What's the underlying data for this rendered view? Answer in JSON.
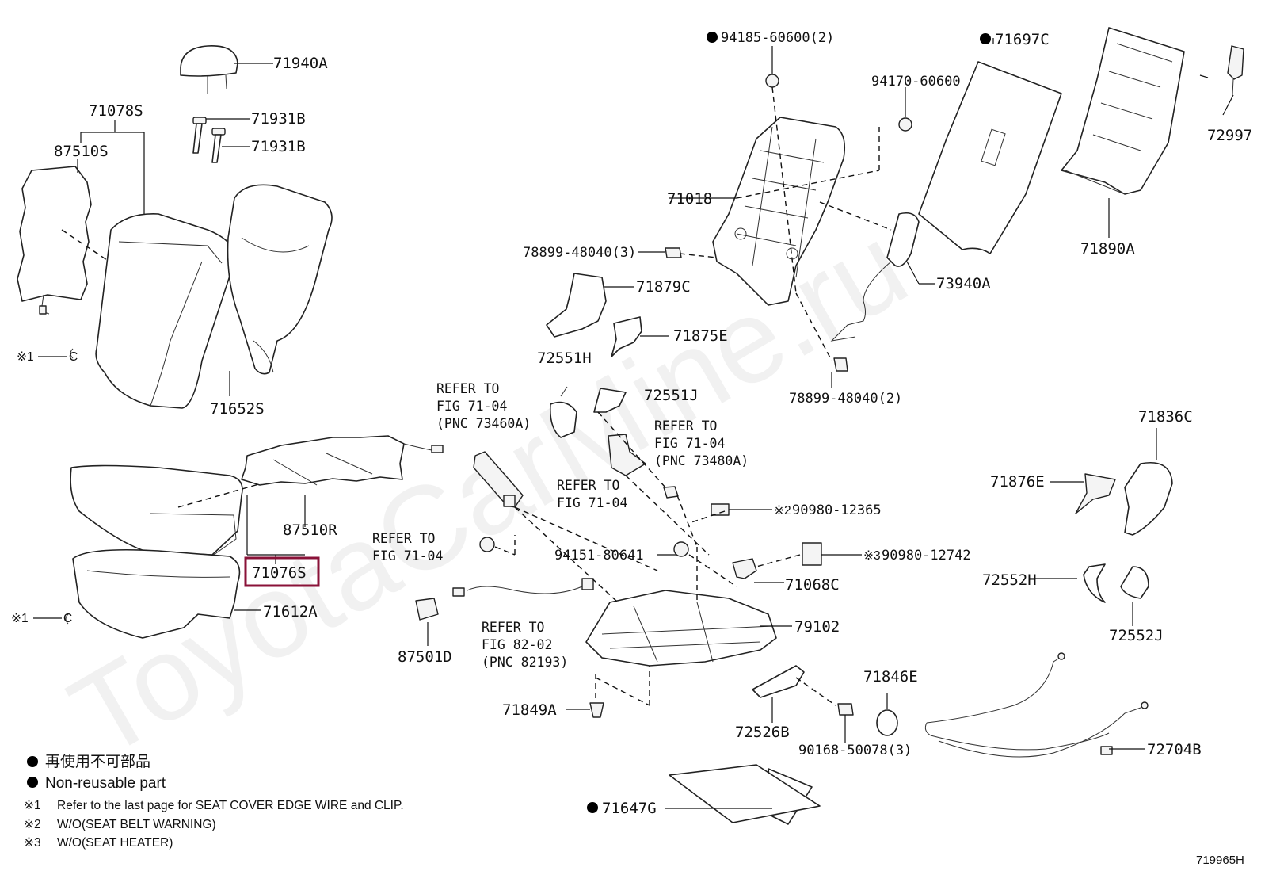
{
  "watermark": "ToyotaCarMine.ru",
  "figure_id": "719965H",
  "callouts": {
    "c_94185": "94185-60600(2)",
    "c_71697C": "71697C",
    "c_71940A": "71940A",
    "c_71078S": "71078S",
    "c_71931B_1": "71931B",
    "c_71931B_2": "71931B",
    "c_87510S": "87510S",
    "c_94170": "94170-60600",
    "c_72997": "72997",
    "c_71018": "71018",
    "c_71890A": "71890A",
    "c_78899_3": "78899-48040(3)",
    "c_73940A": "73940A",
    "c_71879C": "71879C",
    "c_71875E": "71875E",
    "c_72551H": "72551H",
    "c_72551J": "72551J",
    "c_78899_2": "78899-48040(2)",
    "c_71652S": "71652S",
    "c_71836C": "71836C",
    "c_71876E": "71876E",
    "c_87510R": "87510R",
    "c_71076S": "71076S",
    "c_90980_12365": "90980-12365",
    "c_94151": "94151-80641",
    "c_90980_12742": "90980-12742",
    "c_71068C": "71068C",
    "c_72552H": "72552H",
    "c_71612A": "71612A",
    "c_79102": "79102",
    "c_72552J": "72552J",
    "c_87501D": "87501D",
    "c_71846E": "71846E",
    "c_71849A": "71849A",
    "c_72526B": "72526B",
    "c_72704B": "72704B",
    "c_90168": "90168-50078(3)",
    "c_71647G": "71647G"
  },
  "marks": {
    "note1": "※1",
    "note2": "※2",
    "note3": "※3",
    "clip": "C"
  },
  "references": {
    "r1": [
      "REFER TO",
      "FIG 71-04",
      "(PNC 73460A)"
    ],
    "r2": [
      "REFER TO",
      "FIG 71-04",
      "(PNC 73480A)"
    ],
    "r3": [
      "REFER TO",
      "FIG 71-04"
    ],
    "r4": [
      "REFER TO",
      "FIG 71-04"
    ],
    "r5": [
      "REFER TO",
      "FIG 82-02",
      "(PNC 82193)"
    ]
  },
  "legend": {
    "jp_nonreusable": "再使用不可部品",
    "en_nonreusable": "Non-reusable part",
    "note1_text": "Refer to the last page for SEAT COVER EDGE WIRE and CLIP.",
    "note2_text": "W/O(SEAT BELT WARNING)",
    "note3_text": "W/O(SEAT HEATER)"
  },
  "highlight": {
    "part": "71076S",
    "color": "#8a1238"
  }
}
